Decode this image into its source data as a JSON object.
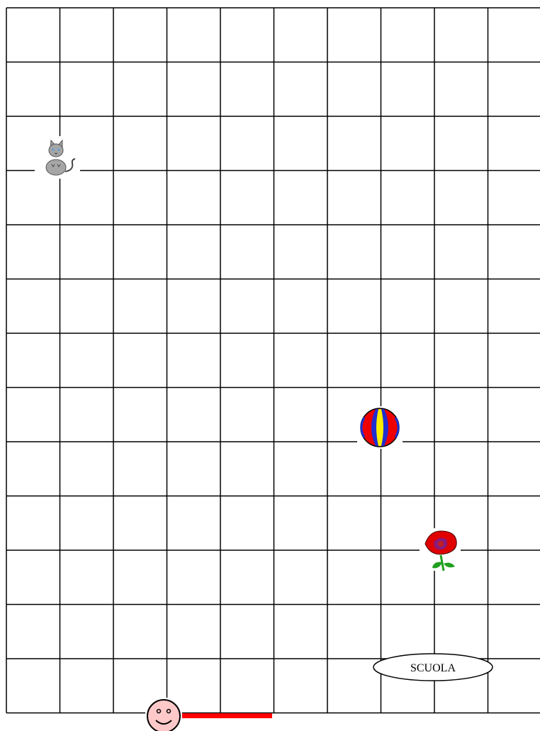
{
  "grid": {
    "columns": 10,
    "rows": 13,
    "line_color": "#000000"
  },
  "path": {
    "color": "#ff0000",
    "from_cell": [
      3,
      13
    ],
    "to_cell": [
      5,
      13
    ]
  },
  "markers": [
    {
      "name": "cat",
      "icon": "cat-icon",
      "grid_point": [
        1,
        3
      ]
    },
    {
      "name": "ball",
      "icon": "ball-icon",
      "grid_point": [
        7,
        7.6
      ]
    },
    {
      "name": "rose",
      "icon": "rose-icon",
      "grid_point": [
        8.1,
        9.9
      ]
    },
    {
      "name": "smiley",
      "icon": "smiley-face-icon",
      "grid_point": [
        3,
        13.1
      ]
    }
  ],
  "school": {
    "label": "SCUOLA",
    "icon": "ellipse-label"
  }
}
